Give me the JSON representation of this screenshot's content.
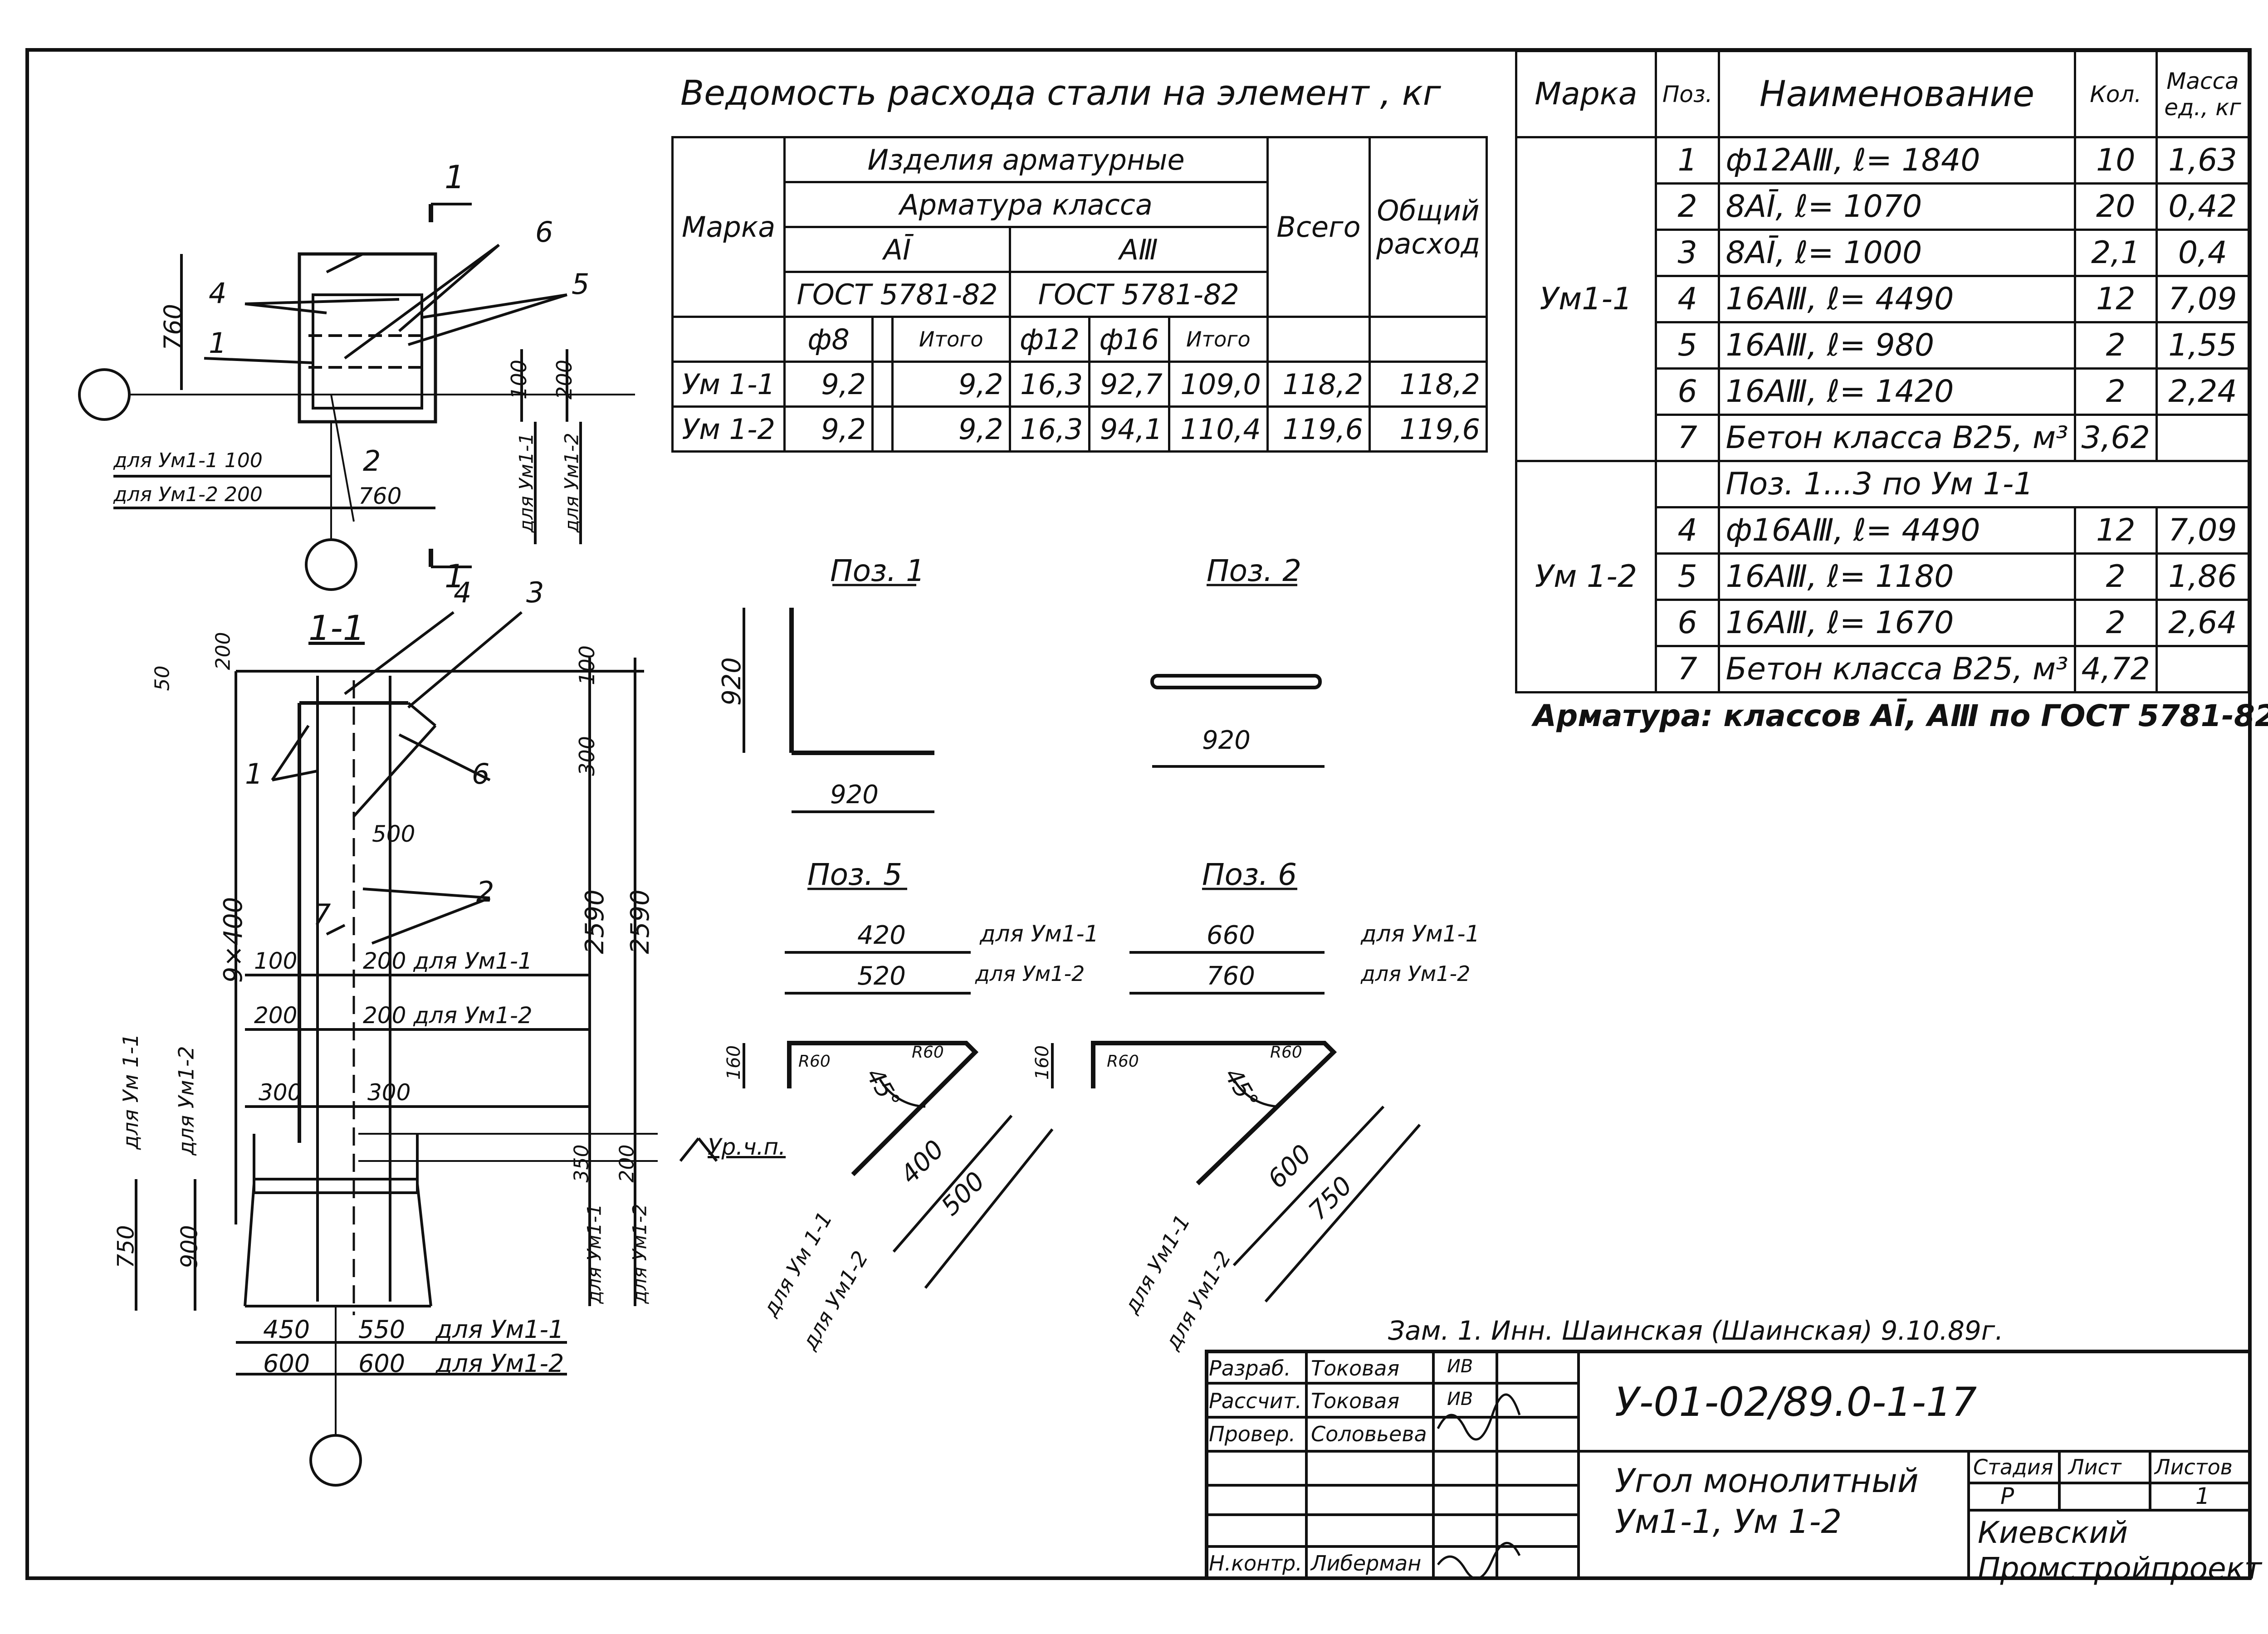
{
  "steel_title": "Ведомость расхода стали на элемент , кг",
  "steel": {
    "mark": "Марка",
    "products": "Изделия арматурные",
    "armclass": "Арматура класса",
    "a1": "АĪ",
    "a3": "АⅢ",
    "gost1": "ГОСТ 5781-82",
    "gost2": "ГОСТ 5781-82",
    "d8": "ф8",
    "total_sub1": "Итого",
    "d12": "ф12",
    "d16": "ф16",
    "total_sub2": "Итого",
    "vsego": "Всего",
    "total": "Общий расход",
    "rows": [
      {
        "mark": "Ум 1-1",
        "d8": "9,2",
        "it1": "9,2",
        "d12": "16,3",
        "d16": "92,7",
        "it2": "109,0",
        "vsego": "118,2",
        "total": "118,2"
      },
      {
        "mark": "Ум 1-2",
        "d8": "9,2",
        "it1": "9,2",
        "d12": "16,3",
        "d16": "94,1",
        "it2": "110,4",
        "vsego": "119,6",
        "total": "119,6"
      }
    ]
  },
  "spec": {
    "h_mark": "Марка",
    "h_pos": "Поз.",
    "h_name": "Наименование",
    "h_qty": "Кол.",
    "h_mass": "Масса ед., кг",
    "group1": "Ум1-1",
    "group2": "Ум 1-2",
    "rows1": [
      {
        "pos": "1",
        "name": "ф12АⅢ, ℓ= 1840",
        "qty": "10",
        "mass": "1,63"
      },
      {
        "pos": "2",
        "name": "8АĪ, ℓ= 1070",
        "qty": "20",
        "mass": "0,42"
      },
      {
        "pos": "3",
        "name": "8АĪ, ℓ= 1000",
        "qty": "2,1",
        "mass": "0,4"
      },
      {
        "pos": "4",
        "name": "16АⅢ, ℓ= 4490",
        "qty": "12",
        "mass": "7,09"
      },
      {
        "pos": "5",
        "name": "16АⅢ, ℓ= 980",
        "qty": "2",
        "mass": "1,55"
      },
      {
        "pos": "6",
        "name": "16АⅢ, ℓ= 1420",
        "qty": "2",
        "mass": "2,24"
      },
      {
        "pos": "7",
        "name": "Бетон класса В25, м³",
        "qty": "3,62",
        "mass": ""
      }
    ],
    "ref_row": "Поз. 1...3 по Ум 1-1",
    "rows2": [
      {
        "pos": "4",
        "name": "ф16АⅢ, ℓ= 4490",
        "qty": "12",
        "mass": "7,09"
      },
      {
        "pos": "5",
        "name": "16АⅢ, ℓ= 1180",
        "qty": "2",
        "mass": "1,86"
      },
      {
        "pos": "6",
        "name": "16АⅢ, ℓ= 1670",
        "qty": "2",
        "mass": "2,64"
      },
      {
        "pos": "7",
        "name": "Бетон класса В25, м³",
        "qty": "4,72",
        "mass": ""
      }
    ]
  },
  "note": "Арматура: классов АĪ, АⅢ по ГОСТ 5781-82",
  "change_note": "Зам. 1. Инн. Шаинская (Шаинская) 9.10.89г.",
  "stamp": {
    "code": "У-01-02/89.0-1-17",
    "razrab_label": "Разраб.",
    "razrab_name": "Токовая",
    "rasschit_label": "Рассчит.",
    "rasschit_name": "Токовая",
    "prover_label": "Провер.",
    "prover_name": "Соловьева",
    "nkontr_label": "Н.контр.",
    "nkontr_name": "Либерман",
    "sig1": "ИВ",
    "sig2": "ИВ",
    "title": "Угол монолитный Ум1-1, Ум 1-2",
    "stadia_label": "Стадия",
    "stadia": "Р",
    "list_label": "Лист",
    "listov_label": "Листов",
    "listov": "1",
    "org": "Киевский Промстройпроект"
  },
  "pos1": {
    "label": "Поз. 1",
    "v": "920",
    "h": "920"
  },
  "pos2": {
    "label": "Поз. 2",
    "h": "920"
  },
  "pos5": {
    "label": "Поз. 5",
    "t1": "420",
    "t2": "520",
    "f1": "для Ум1-1",
    "f2": "для Ум1-2",
    "h": "160",
    "r1": "R60",
    "r2": "R60",
    "ang": "45°",
    "l1": "400",
    "l2": "500",
    "lf1": "для Ум 1-1",
    "lf2": "для Ум1-2"
  },
  "pos6": {
    "label": "Поз. 6",
    "t1": "660",
    "t2": "760",
    "f1": "для Ум1-1",
    "f2": "для Ум1-2",
    "h": "160",
    "r1": "R60",
    "r2": "R60",
    "ang": "45°",
    "l1": "600",
    "l2": "750",
    "lf1": "для Ум1-1",
    "lf2": "для Ум1-2"
  },
  "plan": {
    "d760": "760",
    "c1": "1",
    "c2": "2",
    "c4": "4",
    "c5": "5",
    "c6": "6",
    "d100": "100",
    "d200": "200",
    "f1": "для Ум1-1",
    "f2": "для Ум1-2",
    "d100b": "100",
    "d200b": "200",
    "d760b": "760",
    "cut": "1"
  },
  "sect": {
    "label": "1-1",
    "c1": "1",
    "c2": "2",
    "c3": "3",
    "c4": "4",
    "c6": "6",
    "c7": "7",
    "d50": "50",
    "d200": "200",
    "d500": "500",
    "d100a": "100",
    "d100b": "100",
    "d300a": "300",
    "d300b": "300",
    "d200a": "200",
    "d200b": "200",
    "d200f1": "200 для Ум1-1",
    "d200f2": "200 для Ум1-2",
    "step": "9×400",
    "d100r": "100",
    "d300r": "300",
    "d2590a": "2590",
    "d2590b": "2590",
    "d350": "350",
    "d200r": "200",
    "rf1": "для Ум1-1",
    "rf2": "для Ум1-2",
    "level": "Ур.ч.п.",
    "lf1": "для Ум 1-1",
    "lf2": "для Ум1-2",
    "d750": "750",
    "d900": "900",
    "b450": "450",
    "b550": "550",
    "bf1": "для Ум1-1",
    "b600a": "600",
    "b600b": "600",
    "bf2": "для Ум1-2"
  }
}
